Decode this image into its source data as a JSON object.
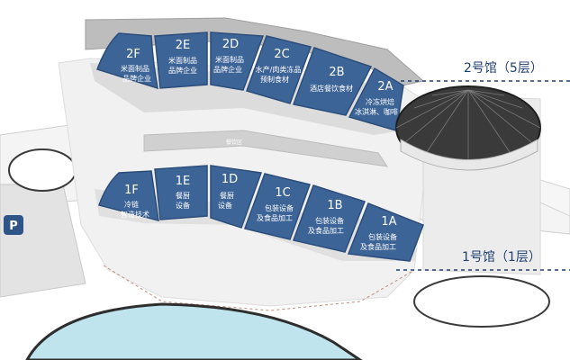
{
  "map": {
    "floor_labels": {
      "hall2": "2号馆（5层）",
      "hall1": "1号馆（1层）"
    },
    "dining_label": "餐饮区",
    "parking_label": "P",
    "upper_halls": [
      {
        "code": "2F",
        "lines": [
          "米面制品",
          "品牌企业"
        ]
      },
      {
        "code": "2E",
        "lines": [
          "米面制品",
          "品牌企业"
        ]
      },
      {
        "code": "2D",
        "lines": [
          "米面制品",
          "品牌企业"
        ]
      },
      {
        "code": "2C",
        "lines": [
          "水产/肉类冻品",
          "预制食材"
        ]
      },
      {
        "code": "2B",
        "lines": [
          "酒店餐饮食材"
        ]
      },
      {
        "code": "2A",
        "lines": [
          "冷冻烘焙",
          "冰淇淋、咖啡"
        ]
      }
    ],
    "lower_halls": [
      {
        "code": "1F",
        "lines": [
          "冷链",
          "智造技术"
        ]
      },
      {
        "code": "1E",
        "lines": [
          "餐厨",
          "设备"
        ]
      },
      {
        "code": "1D",
        "lines": [
          "餐厨",
          "设备"
        ]
      },
      {
        "code": "1C",
        "lines": [
          "包装设备",
          "及食品加工"
        ]
      },
      {
        "code": "1B",
        "lines": [
          "包装设备",
          "及食品加工"
        ]
      },
      {
        "code": "1A",
        "lines": [
          "包装设备",
          "及食品加工"
        ]
      }
    ],
    "colors": {
      "hall_fill": "#3d6497",
      "hall_edge": "#2c4d7a",
      "label": "#1f3f6f",
      "building": "#efefef",
      "building_shade": "#dcdcdc",
      "dome": "#3a3a3a",
      "water": "#bfe4ee"
    }
  }
}
